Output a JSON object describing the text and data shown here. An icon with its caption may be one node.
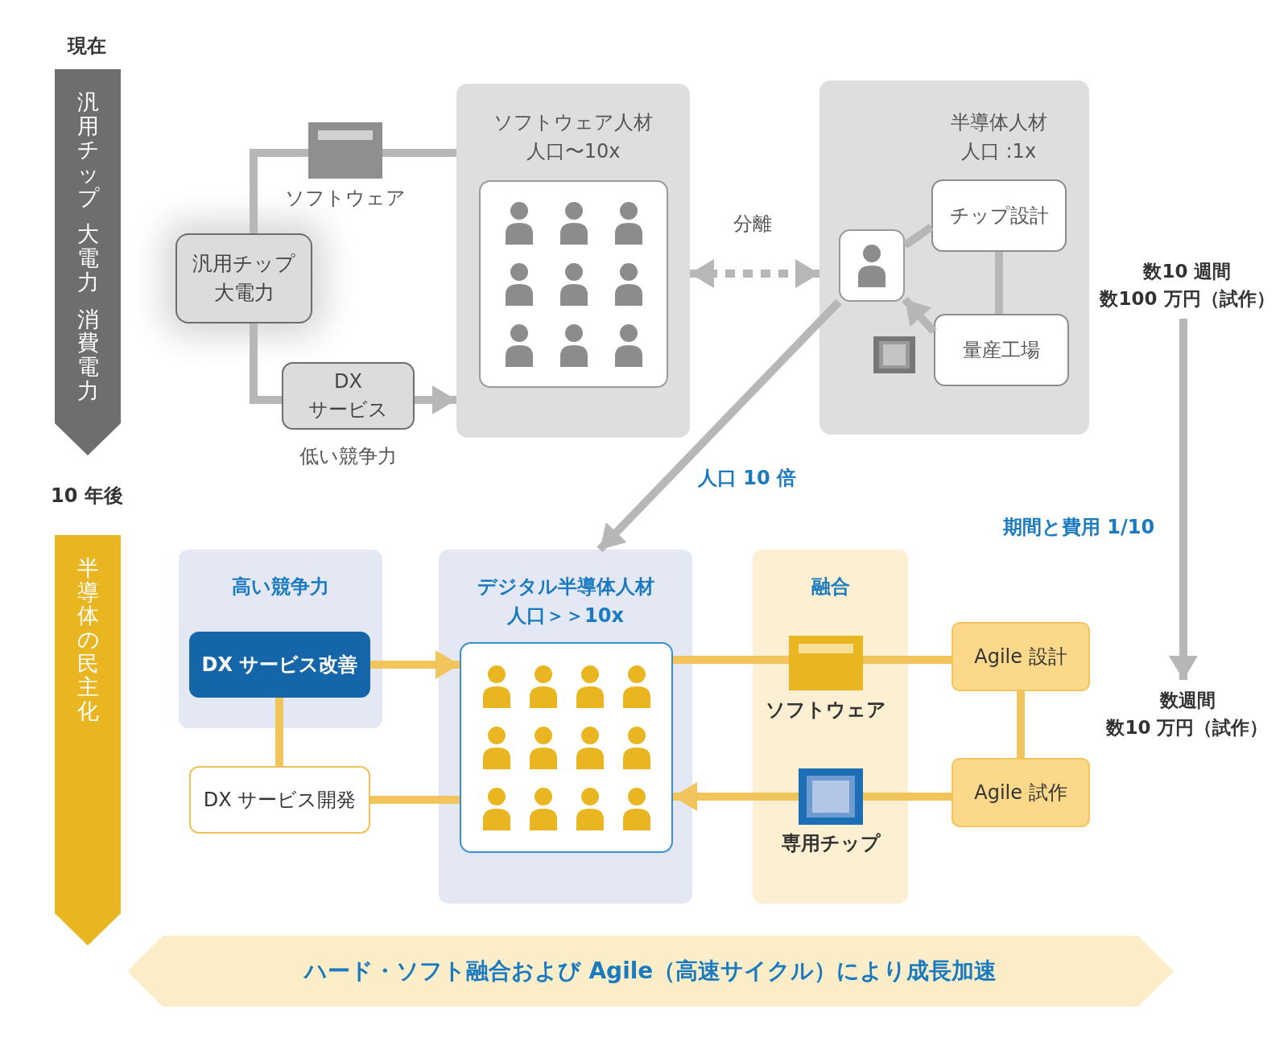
{
  "diagram": {
    "nodes": [
      {
        "text": [
          "汎用チップ",
          "大電力",
          "消費電力"
        ]
      },
      {
        "text": [
          "汎用チップ",
          "大電力"
        ]
      },
      {
        "text": [],
        "shape": "box",
        "beside": [
          "ソフトウェア"
        ]
      },
      {
        "text": [
          "DX サービス"
        ],
        "beside": [
          "低い競争力"
        ]
      },
      {
        "text": [
          "ソフトウェア人材",
          "人口〜10x"
        ]
      },
      {
        "text": [],
        "shape": "box",
        "in": 4
      },
      {
        "text": [
          "半導体人材",
          "人口 :1x"
        ]
      },
      {
        "text": [],
        "shape": "box",
        "in": 6
      },
      {
        "text": [
          "チップ設計"
        ],
        "in": 6
      },
      {
        "text": [
          "量産工場"
        ],
        "in": 6
      },
      {
        "text": [
          "数10 週間",
          "数100 万円（試作）"
        ]
      },
      {
        "text": [
          "半導体の民主化"
        ]
      },
      {
        "text": [
          "高い競争力"
        ]
      },
      {
        "text": [
          "DX サービス改善"
        ],
        "in": 12
      },
      {
        "text": [
          "DX サービス開発"
        ]
      },
      {
        "text": [
          "デジタル半導体人材",
          "人口＞＞10x"
        ]
      },
      {
        "text": [],
        "shape": "box",
        "in": 15
      },
      {
        "text": [
          "融合"
        ]
      },
      {
        "text": [],
        "shape": "box",
        "in": 17,
        "beside": [
          "ソフトウェア"
        ]
      },
      {
        "text": [],
        "shape": "box",
        "in": 17,
        "beside": [
          "専用チップ"
        ]
      },
      {
        "text": [
          "Agile 設計"
        ]
      },
      {
        "text": [
          "Agile 試作"
        ]
      },
      {
        "text": [
          "数週間",
          "数10 万円（試作）"
        ]
      },
      {
        "text": [
          "ハード・ソフト融合および Agile（高速サイクル）により成長加速"
        ]
      }
    ],
    "edges": [
      {
        "from": 1,
        "to": 2,
        "arrow": "none"
      },
      {
        "from": 2,
        "to": 4,
        "arrow": "none"
      },
      {
        "from": 1,
        "to": 3,
        "arrow": "none"
      },
      {
        "from": 3,
        "to": 4,
        "arrow": "to"
      },
      {
        "from": 4,
        "to": 6,
        "arrow": "both",
        "style": "dashed",
        "label": "分離"
      },
      {
        "from": 7,
        "to": 15,
        "arrow": "to",
        "label": "人口 10 倍"
      },
      {
        "from": 7,
        "to": 8,
        "arrow": "none"
      },
      {
        "from": 8,
        "to": 9,
        "arrow": "none"
      },
      {
        "from": 9,
        "to": 7,
        "arrow": "to"
      },
      {
        "from": 10,
        "to": 22,
        "arrow": "to",
        "label": "期間と費用 1/10"
      },
      {
        "from": 13,
        "to": 16,
        "arrow": "to",
        "color": "#f2c55c"
      },
      {
        "from": 13,
        "to": 14,
        "arrow": "none",
        "color": "#f2c55c"
      },
      {
        "from": 14,
        "to": 16,
        "arrow": "none",
        "color": "#f2c55c"
      },
      {
        "from": 16,
        "to": 18,
        "arrow": "none",
        "color": "#f2c55c"
      },
      {
        "from": 18,
        "to": 20,
        "arrow": "none",
        "color": "#f2c55c"
      },
      {
        "from": 20,
        "to": 21,
        "arrow": "none",
        "color": "#f2c55c"
      },
      {
        "from": 21,
        "to": 19,
        "arrow": "none",
        "color": "#f2c55c"
      },
      {
        "from": 19,
        "to": 16,
        "arrow": "to",
        "color": "#f2c55c"
      }
    ],
    "labels": [
      "現在",
      "10 年後"
    ]
  }
}
